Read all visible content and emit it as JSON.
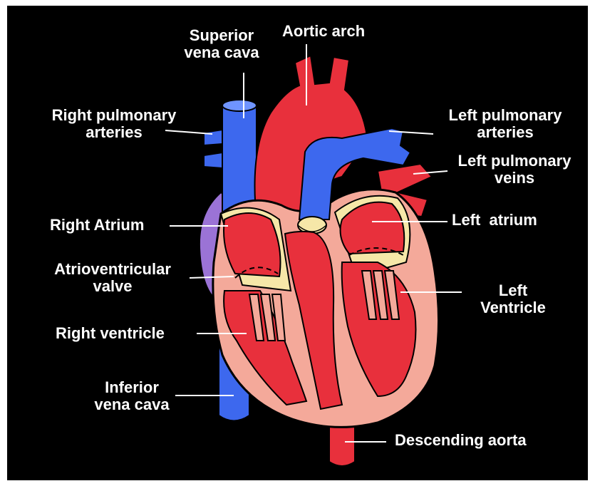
{
  "labels": {
    "superior_vena_cava": [
      "Superior",
      "vena cava"
    ],
    "aortic_arch": "Aortic arch",
    "right_pulmonary_arteries": [
      "Right pulmonary",
      "arteries"
    ],
    "left_pulmonary_arteries": [
      "Left pulmonary",
      "arteries"
    ],
    "left_pulmonary_veins": [
      "Left pulmonary",
      "veins"
    ],
    "right_atrium": "Right Atrium",
    "left_atrium": "Left  atrium",
    "atrioventricular_valve": [
      "Atrioventricular",
      "valve"
    ],
    "left_ventricle": [
      "Left",
      "Ventricle"
    ],
    "right_ventricle": "Right ventricle",
    "inferior_vena_cava": [
      "Inferior",
      "vena cava"
    ],
    "descending_aorta": "Descending aorta"
  },
  "colors": {
    "background": "#000000",
    "oxygenated": "#e8303c",
    "deoxygenated": "#3d68ee",
    "muscle": "#f4a99a",
    "valve": "#f6e7a8",
    "pericardium": "#9b73d6"
  }
}
